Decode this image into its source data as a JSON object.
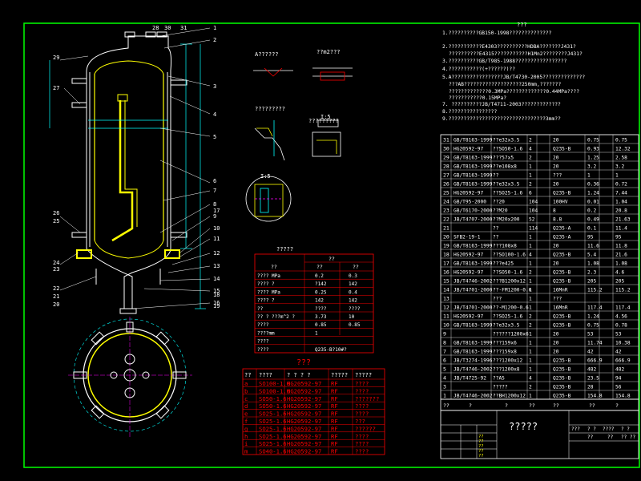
{
  "colors": {
    "background": "#000000",
    "frame": "#00ff00",
    "outline": "#ffffff",
    "part": "#ffff00",
    "dimension": "#00ffff",
    "hatch": "#ff00ff",
    "table": "#ff0000",
    "text": "#ffffff"
  },
  "top_callouts": [
    "28",
    "30",
    "31"
  ],
  "right_callouts": [
    "1",
    "2",
    "3",
    "4",
    "5",
    "6",
    "7",
    "8",
    "9",
    "10",
    "11",
    "12",
    "13",
    "14",
    "15",
    "16",
    "17",
    "18",
    "19"
  ],
  "left_callouts": [
    "26",
    "25",
    "24",
    "23",
    "22",
    "21",
    "20"
  ],
  "left_small_callouts": [
    "29",
    "27"
  ],
  "detail_labels": [
    "A??????",
    "??m2???",
    "?????????",
    "?????????",
    "I:5",
    "I:5"
  ],
  "notes_title": "???",
  "notes": [
    "1.??????????GB150-1998??????????????",
    "2.???????????E4303??????????HDBA???????J431?",
    "  ??????????E4315???????????H1Mn2????????J431?",
    "3.??????????GB/T985-1988?????????????????",
    "4.???????????(+??????)??",
    "5.A?????????????????JB/T4730-2005??????????????",
    "  ???AB???????????????????250mm,???????",
    "  ?????????????0.3MPa?????????????0.44MPa????",
    "  ???????????0.15MPa?",
    "7. ??????????JB/T4711-2003?????????????",
    "8.????????????????",
    "9.????????????????????????????????3mm??"
  ],
  "design_table": {
    "title": "?????",
    "header": [
      "??",
      "??",
      "??",
      "??"
    ],
    "rows": [
      [
        "???? MPa",
        "0.2",
        "0.3"
      ],
      [
        "???? ?",
        "?142",
        "142"
      ],
      [
        "???? MPa",
        "0.25",
        "0.4"
      ],
      [
        "???? ?",
        "142",
        "142"
      ],
      [
        "??",
        "????",
        "????"
      ],
      [
        "?? ? ???m^2 ?",
        "3.73",
        "10"
      ],
      [
        "????",
        "0.85",
        "0.85"
      ],
      [
        "????mm",
        "1",
        ""
      ],
      [
        "????",
        "",
        ""
      ],
      [
        "????",
        "Q235-B?10#?",
        ""
      ]
    ]
  },
  "nozzle_table": {
    "title": "???",
    "header": [
      "??",
      "????",
      "? ? ? ?",
      "?????",
      "?????"
    ],
    "rows": [
      [
        "a",
        "SO100-1.6",
        "HG20592-97",
        "RF",
        "????"
      ],
      [
        "b",
        "SO100-1.6",
        "HG20592-97",
        "RF",
        "????"
      ],
      [
        "c",
        "SO50-1.6",
        "HG20592-97",
        "RF",
        "???????"
      ],
      [
        "d",
        "SO50-1.6",
        "HG20592-97",
        "RF",
        "????"
      ],
      [
        "e",
        "SO25-1.6",
        "HG20592-97",
        "RF",
        "????"
      ],
      [
        "f",
        "SO25-1.6",
        "HG20592-97",
        "RF",
        "???"
      ],
      [
        "g",
        "SO25-1.6",
        "HG20592-97",
        "RF",
        "??????"
      ],
      [
        "h",
        "SO25-1.6",
        "HG20592-97",
        "RF",
        "????"
      ],
      [
        "i",
        "SO25-1.6",
        "HG20592-97",
        "RF",
        "????"
      ],
      [
        "m",
        "SO40-1.6",
        "HG20592-97",
        "RF",
        "????"
      ]
    ]
  },
  "bom_rows": [
    [
      "31",
      "GB/T8163-1999",
      "??e32x3.5",
      "2",
      "",
      "20",
      "0.75",
      "0.75"
    ],
    [
      "30",
      "HG20592-97",
      "??SO50-1.6",
      "4",
      "",
      "Q235-B",
      "0.93",
      "12.32"
    ],
    [
      "29",
      "GB/T8163-1999",
      "???57x5",
      "2",
      "",
      "20",
      "1.25",
      "2.58"
    ],
    [
      "28",
      "GB/T8163-1999",
      "??e108x8",
      "1",
      "",
      "20",
      "3.2",
      "3.2"
    ],
    [
      "27",
      "GB/T8163-1999",
      "??",
      "1",
      "",
      "???",
      "1",
      "1"
    ],
    [
      "26",
      "GB/T8163-1999",
      "??e32x3.5",
      "2",
      "",
      "20",
      "0.36",
      "0.72"
    ],
    [
      "25",
      "HG20592-97",
      "??SO25-1.6",
      "6",
      "",
      "Q235-B",
      "1.24",
      "7.44"
    ],
    [
      "24",
      "GB/T95-2000",
      "??20",
      "104",
      "",
      "100HV",
      "0.01",
      "1.04"
    ],
    [
      "23",
      "GB/T6170-2000",
      "??M20",
      "104",
      "",
      "8",
      "0.2",
      "20.8"
    ],
    [
      "22",
      "JB/T4707-2000",
      "??M20x200",
      "52",
      "",
      "8.8",
      "0.49",
      "21.63"
    ],
    [
      "21",
      "",
      "??",
      "114",
      "",
      "Q235-A",
      "0.1",
      "11.4"
    ],
    [
      "20",
      "SFB2-19-1",
      "??",
      "1",
      "",
      "Q235-A",
      "95",
      "95"
    ],
    [
      "19",
      "GB/T8163-1999",
      "???108x8",
      "1",
      "",
      "20",
      "11.6",
      "11.8"
    ],
    [
      "18",
      "HG20592-97",
      "??SO100-1.6",
      "4",
      "",
      "Q235-B",
      "5.4",
      "21.6"
    ],
    [
      "17",
      "GB/T8163-1999",
      "???e425",
      "1",
      "",
      "20",
      "1.08",
      "1.08"
    ],
    [
      "16",
      "HG20592-97",
      "??SO50-1.6",
      "2",
      "",
      "Q235-B",
      "2.3",
      "4.6"
    ],
    [
      "15",
      "JB/T4746-2002",
      "???B1200x12",
      "1",
      "",
      "Q235-B",
      "205",
      "205"
    ],
    [
      "14",
      "JB/T4701-2000",
      "??-FM1200-0.6",
      "1",
      "",
      "16MnR",
      "115.2",
      "115.2"
    ],
    [
      "13",
      "",
      "???",
      "1",
      "",
      "???",
      "",
      ""
    ],
    [
      "12",
      "JB/T4701-2000",
      "??-M1200-0.6",
      "1",
      "",
      "16MnR",
      "117.4",
      "117.4"
    ],
    [
      "11",
      "HG20592-97",
      "??SO25-1.6",
      "2",
      "",
      "Q235-B",
      "1.24",
      "4.56"
    ],
    [
      "10",
      "GB/T8163-1999",
      "??e32x3.5",
      "2",
      "",
      "Q235-B",
      "0.75",
      "0.78"
    ],
    [
      "9",
      "",
      "??????1200x6",
      "1",
      "",
      "20",
      "53",
      "53"
    ],
    [
      "8",
      "GB/T8163-1999",
      "???159x6",
      "1",
      "",
      "20",
      "11.74",
      "10.38"
    ],
    [
      "7",
      "GB/T8163-1999",
      "???159x8",
      "1",
      "",
      "20",
      "42",
      "42"
    ],
    [
      "6",
      "JB/T3274-1996",
      "???1200x12",
      "1",
      "",
      "Q235-B",
      "666.9",
      "666.9"
    ],
    [
      "5",
      "JB/T4746-2002",
      "???1200x8",
      "1",
      "",
      "Q235-B",
      "482",
      "482"
    ],
    [
      "4",
      "JB/T4725-92",
      "??A5",
      "4",
      "",
      "Q235-B",
      "23.5",
      "94"
    ],
    [
      "3",
      "",
      "?????",
      "2",
      "",
      "Q235-B",
      "28",
      "56"
    ],
    [
      "1",
      "JB/T4746-2002",
      "??BH1200x12",
      "1",
      "",
      "Q235-B",
      "154.8",
      "154.8"
    ]
  ],
  "bom_header": [
    "??",
    "?",
    "?",
    "??",
    "??",
    "??",
    "?"
  ],
  "title_block": {
    "drawing_name": "?????",
    "cells": [
      "???",
      "? ?",
      "????",
      "? ?",
      "??",
      "??",
      "?? ??"
    ],
    "sign_labels": [
      "??",
      "??",
      "??",
      "??",
      "??"
    ]
  }
}
